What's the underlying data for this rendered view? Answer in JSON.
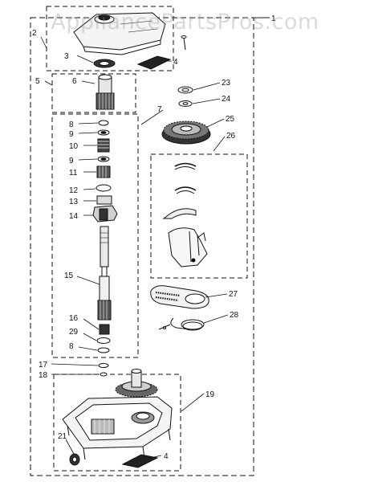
{
  "watermark": "AppliancePartsPros.com",
  "callouts": {
    "c1": "1",
    "c2": "2",
    "c3": "3",
    "c4a": "4",
    "c4b": "4",
    "c5": "5",
    "c6": "6",
    "c7": "7",
    "c8a": "8",
    "c8b": "8",
    "c9a": "9",
    "c9b": "9",
    "c10": "10",
    "c11": "11",
    "c12": "12",
    "c13": "13",
    "c14": "14",
    "c15": "15",
    "c16": "16",
    "c17": "17",
    "c18": "18",
    "c19": "19",
    "c21": "21",
    "c23": "23",
    "c24": "24",
    "c25": "25",
    "c26": "26",
    "c27": "27",
    "c28": "28",
    "c29": "29"
  },
  "colors": {
    "ink": "#111111",
    "watermark": "#969696"
  }
}
